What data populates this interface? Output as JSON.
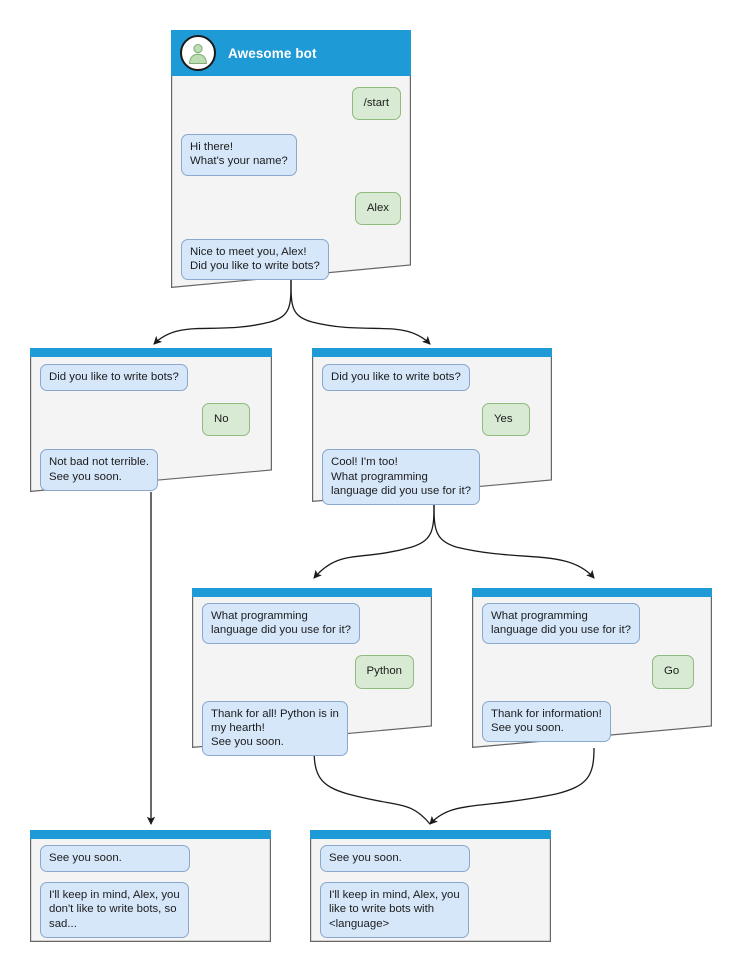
{
  "diagram": {
    "title_icon": "person-avatar-icon",
    "colors": {
      "header_blue": "#1e9ad6",
      "bot_bubble_fill": "#d6e7fa",
      "bot_bubble_border": "#8aa7cc",
      "user_bubble_fill": "#d8ead3",
      "user_bubble_border": "#8fbb7e",
      "node_fill": "#f4f4f4",
      "node_border": "#666666",
      "edge": "#1a1a1a",
      "title_text": "#ffffff"
    }
  },
  "nodes": [
    {
      "id": "root",
      "header_title": "Awesome bot",
      "messages": [
        {
          "side": "user",
          "text": "/start"
        },
        {
          "side": "bot",
          "text": "Hi there!\nWhat's your name?"
        },
        {
          "side": "user",
          "text": "Alex"
        },
        {
          "side": "bot",
          "text": "Nice to meet you, Alex!\nDid you like to write bots?"
        }
      ]
    },
    {
      "id": "answer-no",
      "messages": [
        {
          "side": "bot",
          "text": "Did you like to write bots?"
        },
        {
          "side": "user",
          "text": "No"
        },
        {
          "side": "bot",
          "text": "Not bad not terrible.\nSee you soon."
        }
      ]
    },
    {
      "id": "answer-yes",
      "messages": [
        {
          "side": "bot",
          "text": "Did you like to write bots?"
        },
        {
          "side": "user",
          "text": "Yes"
        },
        {
          "side": "bot",
          "text": "Cool! I'm too!\nWhat programming\nlanguage did you use for it?"
        }
      ]
    },
    {
      "id": "lang-python",
      "messages": [
        {
          "side": "bot",
          "text": "What programming\nlanguage did you use for it?"
        },
        {
          "side": "user",
          "text": "Python"
        },
        {
          "side": "bot",
          "text": "Thank for all! Python is in\nmy hearth!\nSee you soon."
        }
      ]
    },
    {
      "id": "lang-go",
      "messages": [
        {
          "side": "bot",
          "text": "What programming\nlanguage did you use for it?"
        },
        {
          "side": "user",
          "text": "Go"
        },
        {
          "side": "bot",
          "text": "Thank for information!\nSee you soon."
        }
      ]
    },
    {
      "id": "end-no",
      "messages": [
        {
          "side": "bot",
          "text": "See you soon."
        },
        {
          "side": "bot",
          "text": "I'll keep in mind, Alex, you\ndon't like to write bots, so\nsad..."
        }
      ]
    },
    {
      "id": "end-yes",
      "messages": [
        {
          "side": "bot",
          "text": "See you soon."
        },
        {
          "side": "bot",
          "text": "I'll keep in mind, Alex, you\nlike to write bots with\n<language>"
        }
      ]
    }
  ]
}
